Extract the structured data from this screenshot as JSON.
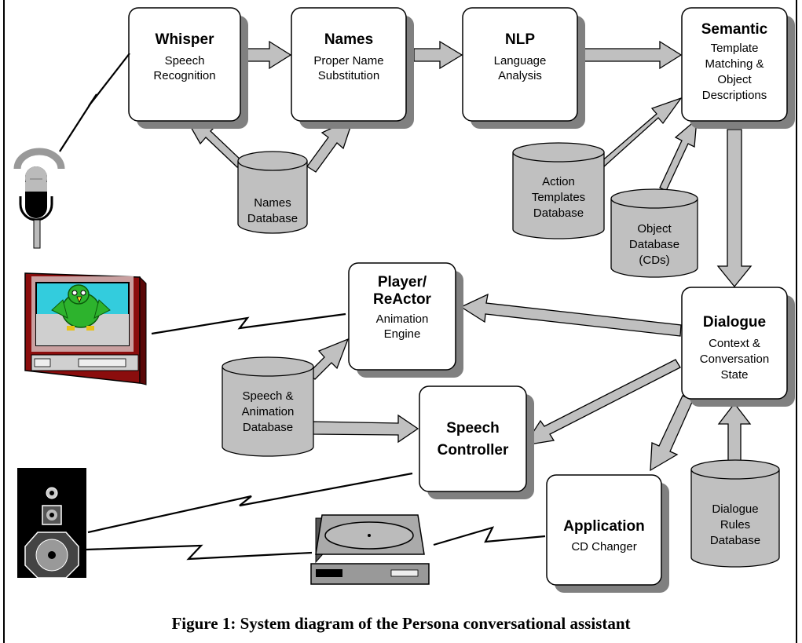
{
  "boxes": {
    "whisper": {
      "title": "Whisper",
      "lines": [
        "Speech",
        "Recognition"
      ]
    },
    "names": {
      "title": "Names",
      "lines": [
        "Proper Name",
        "Substitution"
      ]
    },
    "nlp": {
      "title": "NLP",
      "lines": [
        "Language",
        "Analysis"
      ]
    },
    "semantic": {
      "title": "Semantic",
      "lines": [
        "Template",
        "Matching &",
        "Object",
        "Descriptions"
      ]
    },
    "player": {
      "title": [
        "Player/",
        "ReActor"
      ],
      "lines": [
        "Animation",
        "Engine"
      ]
    },
    "dialogue": {
      "title": "Dialogue",
      "lines": [
        "Context &",
        "Conversation",
        "State"
      ]
    },
    "speech_ctrl": {
      "title": [
        "Speech",
        "Controller"
      ],
      "lines": []
    },
    "application": {
      "title": "Application",
      "lines": [
        "CD Changer"
      ]
    }
  },
  "databases": {
    "names_db": [
      "Names",
      "Database"
    ],
    "action_db": [
      "Action",
      "Templates",
      "Database"
    ],
    "object_db": [
      "Object",
      "Database",
      "(CDs)"
    ],
    "speech_db": [
      "Speech &",
      "Animation",
      "Database"
    ],
    "dialog_db": [
      "Dialogue",
      "Rules",
      "Database"
    ]
  },
  "caption": "Figure 1: System diagram of the Persona conversational assistant",
  "icons": [
    "microphone-icon",
    "television-icon",
    "speaker-icon",
    "cd-player-icon"
  ],
  "colors": {
    "arrow_fill": "#c0c0c0",
    "shadow": "#808080",
    "db_fill": "#c0c0c0",
    "tv_body": "#8b0d0d",
    "tv_screen": "#33ccdd",
    "parrot": "#2db32d"
  }
}
